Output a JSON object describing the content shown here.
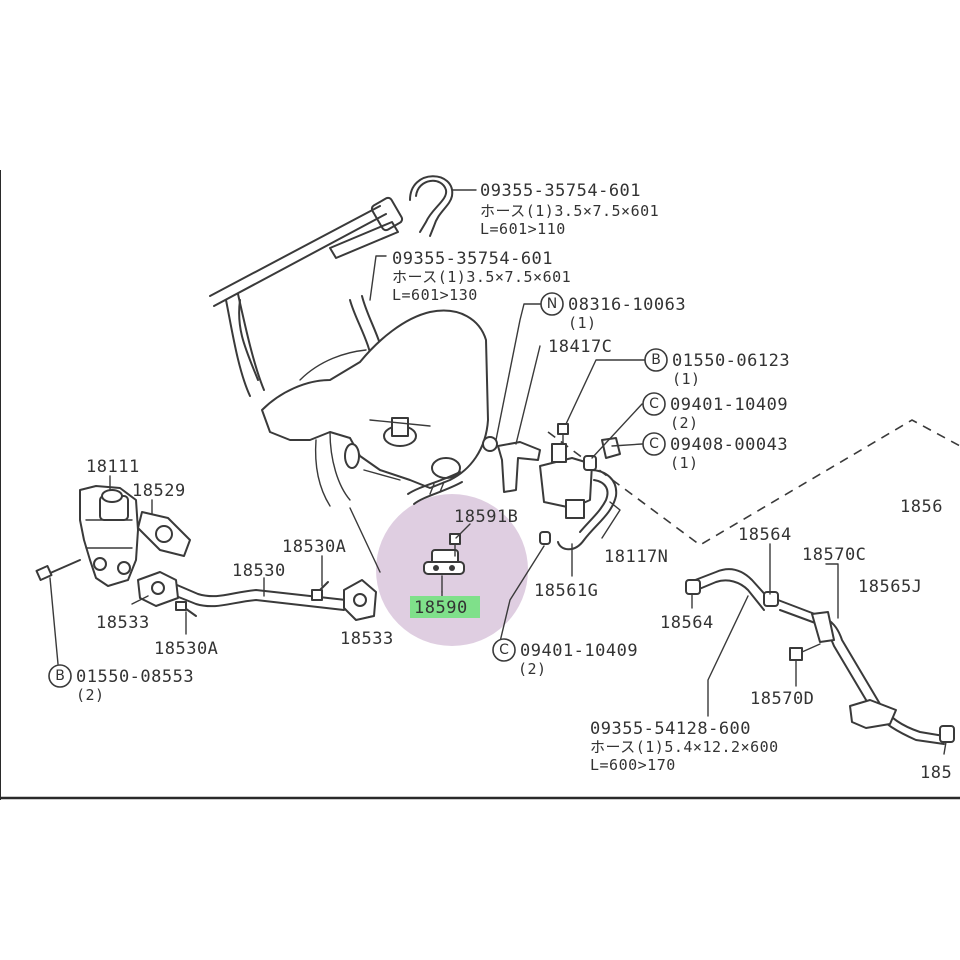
{
  "colors": {
    "ink": "#3a3a3a",
    "highlight_circle": "#d9c6dc",
    "highlight_label": "#7fe08a",
    "border": "#2a2a2a"
  },
  "callouts": {
    "hose_top": {
      "part": "09355-35754-601",
      "desc": "ホース(1)3.5×7.5×601",
      "len": "L=601>110"
    },
    "hose_mid": {
      "part": "09355-35754-601",
      "desc": "ホース(1)3.5×7.5×601",
      "len": "L=601>130"
    },
    "n_08316": {
      "marker": "N",
      "part": "08316-10063",
      "qty": "(1)"
    },
    "p_18417C": "18417C",
    "b_01550_06123": {
      "marker": "B",
      "part": "01550-06123",
      "qty": "(1)"
    },
    "c_09401_top": {
      "marker": "C",
      "part": "09401-10409",
      "qty": "(2)"
    },
    "c_09408": {
      "marker": "C",
      "part": "09408-00043",
      "qty": "(1)"
    },
    "p_18111": "18111",
    "p_18529": "18529",
    "p_18591B": "18591B",
    "p_18530A_top": "18530A",
    "p_18530": "18530",
    "p_18590": "18590",
    "p_18117N": "18117N",
    "p_18561G": "18561G",
    "p_18533_left": "18533",
    "p_18530A_bottom": "18530A",
    "p_18533_right": "18533",
    "c_09401_bottom": {
      "marker": "C",
      "part": "09401-10409",
      "qty": "(2)"
    },
    "b_01550_08553": {
      "marker": "B",
      "part": "01550-08553",
      "qty": "(2)"
    },
    "p_18567": "1856",
    "p_18564_top": "18564",
    "p_18570C": "18570C",
    "p_18565J": "18565J",
    "p_18564_bottom": "18564",
    "p_18570D": "18570D",
    "hose_bottom": {
      "part": "09355-54128-600",
      "desc": "ホース(1)5.4×12.2×600",
      "len": "L=600>170"
    },
    "p_185_cut": "185"
  }
}
